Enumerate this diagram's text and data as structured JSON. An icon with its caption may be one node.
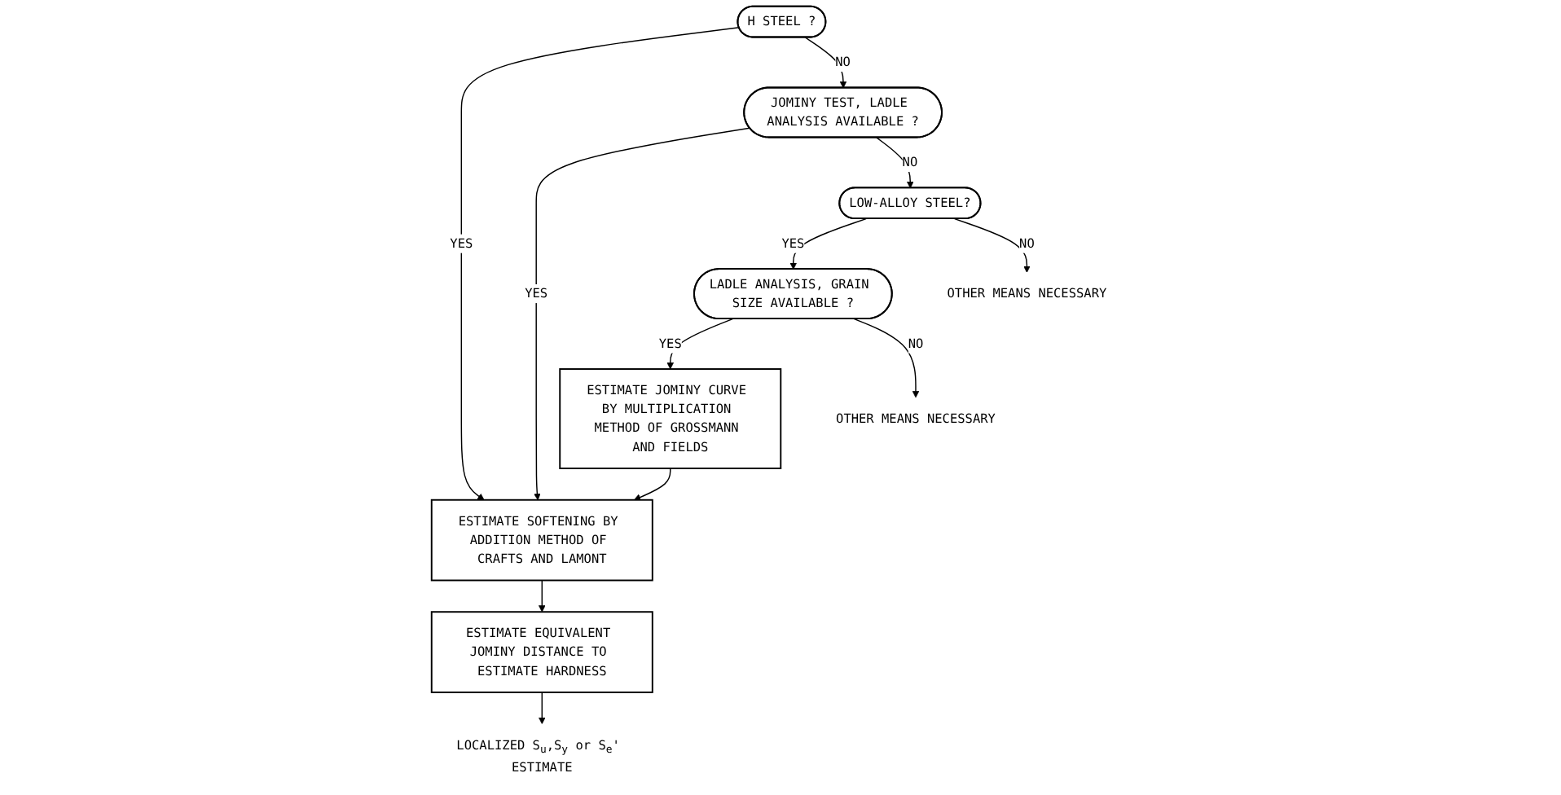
{
  "diagram": {
    "nodes": [
      {
        "text": [
          "H STEEL ?"
        ]
      },
      {
        "text": [
          "JOMINY TEST, LADLE ANALYSIS AVAILABLE ?"
        ]
      },
      {
        "text": [
          "LOW-ALLOY STEEL?"
        ]
      },
      {
        "text": [
          "LADLE ANALYSIS, GRAIN SIZE AVAILABLE ?"
        ]
      },
      {
        "text": [
          "OTHER MEANS NECESSARY"
        ]
      },
      {
        "text": [
          "OTHER MEANS NECESSARY"
        ]
      },
      {
        "text": [
          "ESTIMATE JOMINY CURVE BY MULTIPLICATION METHOD OF GROSSMANN AND FIELDS"
        ]
      },
      {
        "text": [
          "ESTIMATE SOFTENING BY ADDITION METHOD OF CRAFTS AND LAMONT"
        ]
      },
      {
        "text": [
          "ESTIMATE EQUIVALENT JOMINY DISTANCE TO ESTIMATE HARDNESS"
        ]
      },
      {
        "text": [
          "LOCALIZED S$_{u}$,S$_{y}$ or S$_{e}$' ESTIMATE"
        ]
      }
    ],
    "edges": [
      {
        "from": 0,
        "to": 7,
        "arrow": "to",
        "label": "YES"
      },
      {
        "from": 0,
        "to": 1,
        "arrow": "to",
        "label": "NO"
      },
      {
        "from": 1,
        "to": 7,
        "arrow": "to",
        "label": "YES"
      },
      {
        "from": 1,
        "to": 2,
        "arrow": "to",
        "label": "NO"
      },
      {
        "from": 2,
        "to": 3,
        "arrow": "to",
        "label": "YES"
      },
      {
        "from": 2,
        "to": 4,
        "arrow": "to",
        "label": "NO"
      },
      {
        "from": 3,
        "to": 6,
        "arrow": "to",
        "label": "YES"
      },
      {
        "from": 3,
        "to": 5,
        "arrow": "to",
        "label": "NO"
      },
      {
        "from": 6,
        "to": 7,
        "arrow": "to"
      },
      {
        "from": 7,
        "to": 8,
        "arrow": "to"
      },
      {
        "from": 8,
        "to": 9,
        "arrow": "to"
      }
    ]
  }
}
